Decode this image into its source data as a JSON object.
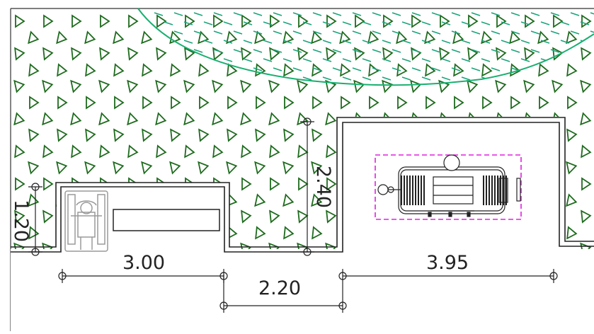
{
  "dimensions": {
    "width_left_module": "3.00",
    "gap_between_modules": "2.20",
    "width_right_module": "3.95",
    "depth_right_module": "2.40",
    "depth_left_module": "1.20"
  },
  "colors": {
    "vegetation": "#1e6b1e",
    "hatch": "#1aa37a",
    "hatch_boundary": "#18b070",
    "wall": "#222222",
    "selection": "#e020e0",
    "figure_outline": "#9a9a9a"
  },
  "icons": {
    "wheelchair": "wheelchair-icon",
    "vehicle": "vehicle-icon"
  }
}
